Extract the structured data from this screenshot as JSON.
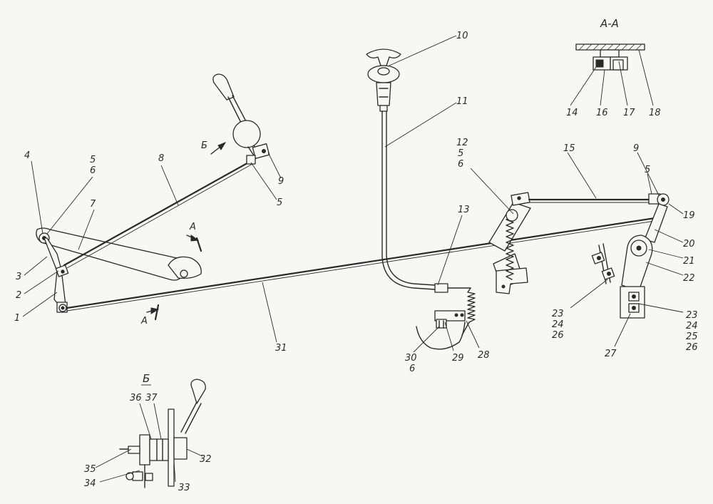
{
  "section_aa": {
    "title": "А-А"
  },
  "section_b": {
    "title": "Б"
  },
  "markers": {
    "a_top": "А",
    "a_bottom": "А",
    "b_arrow": "Б"
  },
  "labels": {
    "l1": "1",
    "l2": "2",
    "l3": "3",
    "l4": "4",
    "l5a": "5",
    "l6a": "6",
    "l7": "7",
    "l8": "8",
    "l9a": "9",
    "l5b": "5",
    "l10": "10",
    "l11": "11",
    "l12": "12",
    "l5c": "5",
    "l6c": "6",
    "l13": "13",
    "l14": "14",
    "l15": "15",
    "l16": "16",
    "l17": "17",
    "l18": "18",
    "l9b": "9",
    "l5d": "5",
    "l19": "19",
    "l20": "20",
    "l21": "21",
    "l22": "22",
    "l23a": "23",
    "l24a": "24",
    "l26a": "26",
    "l23b": "23",
    "l24b": "24",
    "l25b": "25",
    "l26b": "26",
    "l27": "27",
    "l28": "28",
    "l29": "29",
    "l30": "30",
    "l6d": "6",
    "l31": "31",
    "l32": "32",
    "l33": "33",
    "l34": "34",
    "l35": "35",
    "l36": "36",
    "l37": "37"
  }
}
